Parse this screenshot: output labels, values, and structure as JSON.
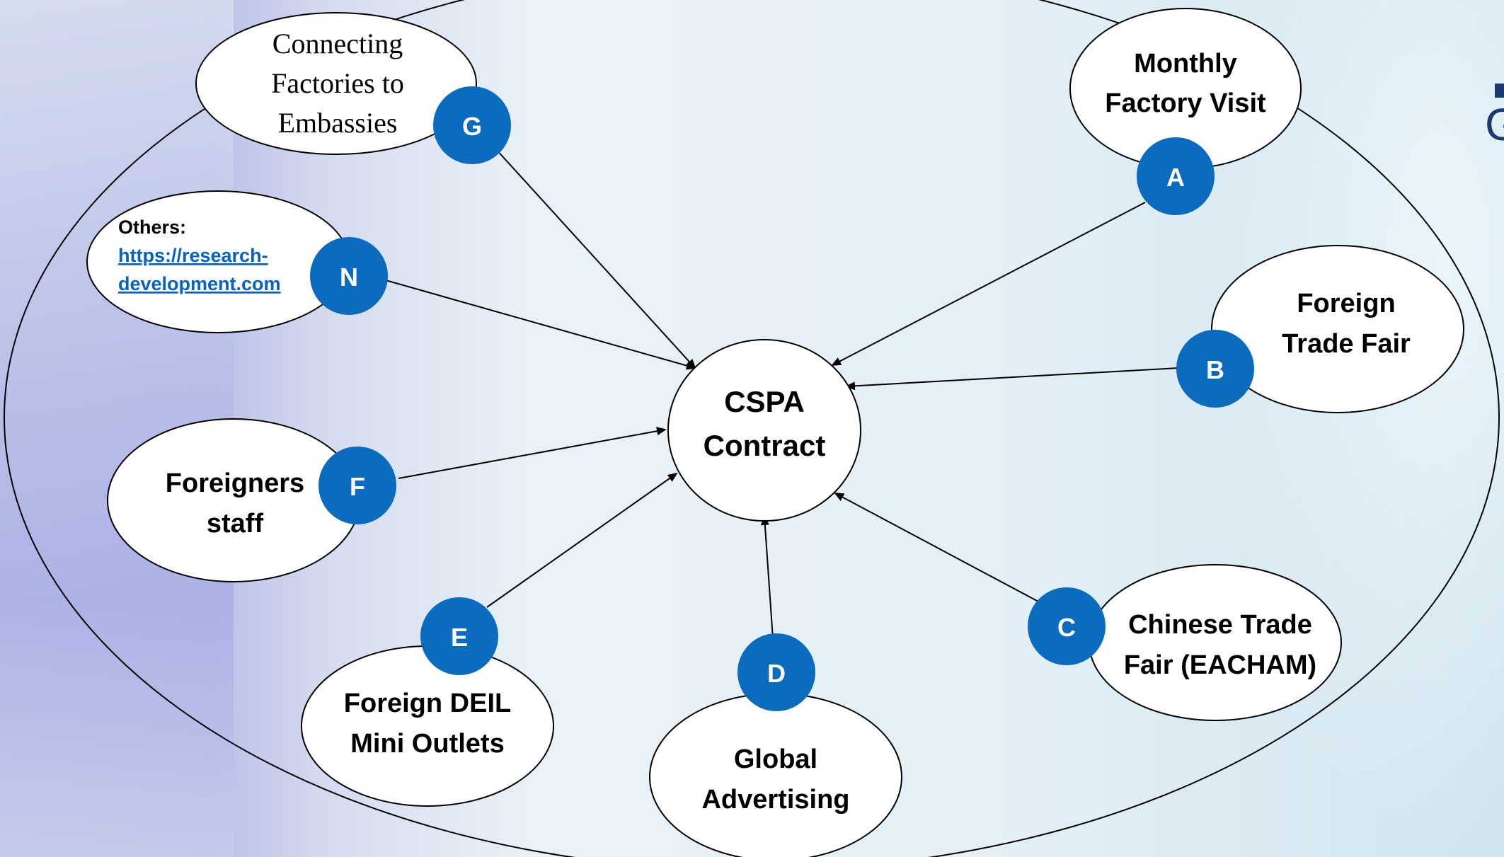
{
  "center": {
    "line1": "CSPA",
    "line2": "Contract"
  },
  "nodes": [
    {
      "id": "G",
      "badge": "G",
      "lines": [
        "Connecting",
        "Factories to",
        "Embassies"
      ]
    },
    {
      "id": "A",
      "badge": "A",
      "lines": [
        "Monthly",
        "Factory Visit"
      ]
    },
    {
      "id": "N",
      "badge": "N",
      "title": "Others:",
      "link_lines": [
        "https://research-",
        "development.com"
      ]
    },
    {
      "id": "B",
      "badge": "B",
      "lines": [
        "Foreign",
        "Trade Fair"
      ]
    },
    {
      "id": "F",
      "badge": "F",
      "lines": [
        "Foreigners",
        "staff"
      ]
    },
    {
      "id": "E",
      "badge": "E",
      "lines": [
        "Foreign DEIL",
        "Mini Outlets"
      ]
    },
    {
      "id": "D",
      "badge": "D",
      "lines": [
        "Global",
        "Advertising"
      ]
    },
    {
      "id": "C",
      "badge": "C",
      "lines": [
        "Chinese Trade",
        "Fair (EACHAM)"
      ]
    }
  ],
  "colors": {
    "badge": "#0b6bbf",
    "link": "#0563c1"
  },
  "edge_logo": "G"
}
